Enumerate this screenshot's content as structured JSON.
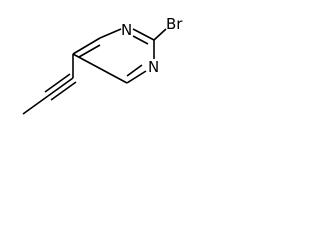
{
  "molecule": {
    "atoms": {
      "n_top": "N",
      "n_bottom": "N",
      "br": "Br"
    }
  },
  "colors": {
    "bond": "#000000",
    "background": "#ffffff"
  }
}
